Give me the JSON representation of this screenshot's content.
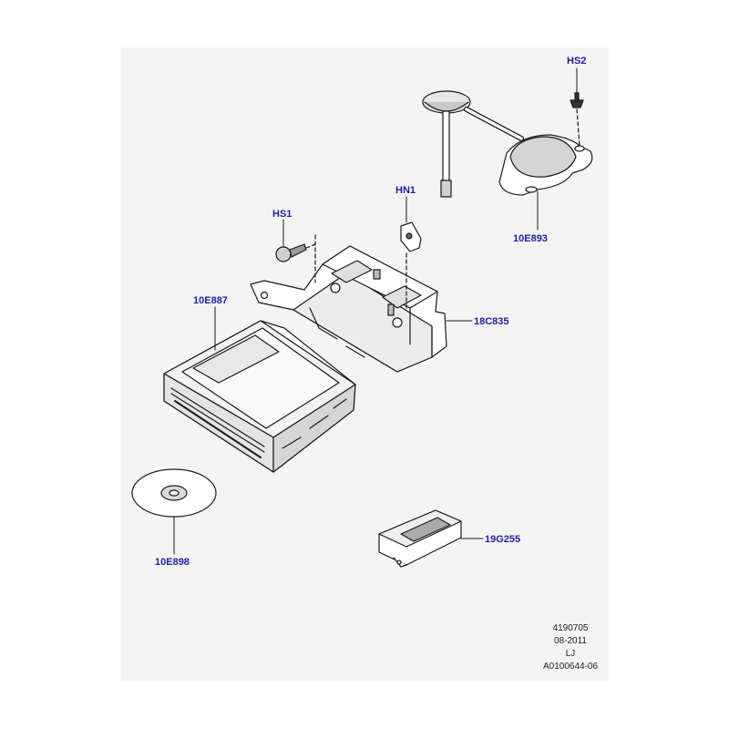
{
  "callouts": {
    "hs2": "HS2",
    "hn1": "HN1",
    "hs1": "HS1",
    "p10e893": "10E893",
    "p10e887": "10E887",
    "p18c835": "18C835",
    "p10e898": "10E898",
    "p19g255": "19G255"
  },
  "footer": {
    "ref": "4190705",
    "date": "08-2011",
    "code": "LJ",
    "illustration": "A0100644-06"
  },
  "colors": {
    "panel": "#f4f4f4",
    "callout_text": "#1f1f9c",
    "line_art": "#1a1a1a",
    "part_fill": "#ffffff",
    "part_shade": "#bdbdbd"
  }
}
